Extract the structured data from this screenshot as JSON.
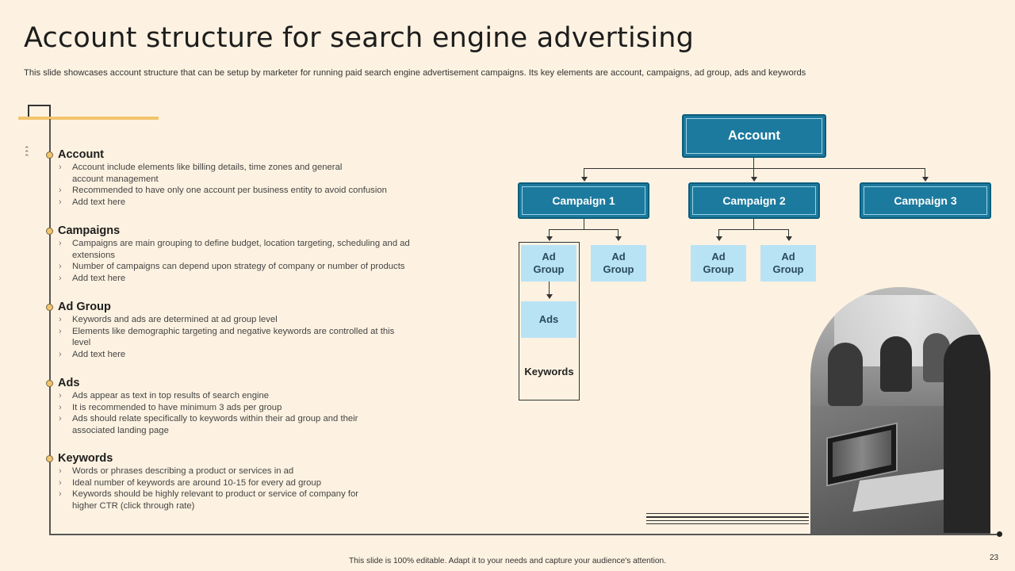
{
  "title": "Account structure for search engine advertising",
  "subtitle": "This slide showcases account structure that can be setup by marketer for running paid search engine advertisement campaigns. Its key elements are account, campaigns, ad group, ads and keywords",
  "sections": [
    {
      "heading": "Account",
      "items": [
        "Account include elements like billing details, time zones and general account management",
        "Recommended to have only one account per business entity to avoid confusion",
        "Add text here"
      ]
    },
    {
      "heading": "Campaigns",
      "items": [
        "Campaigns are main grouping to define budget, location targeting, scheduling and ad extensions",
        "Number of campaigns can depend upon strategy of company or number of products",
        "Add text here"
      ]
    },
    {
      "heading": "Ad Group",
      "items": [
        "Keywords and ads are determined at ad group level",
        "Elements like demographic targeting and negative keywords are controlled at this level",
        "Add text here"
      ]
    },
    {
      "heading": "Ads",
      "items": [
        "Ads appear as text in top results of search engine",
        "It is recommended to have minimum 3 ads per group",
        "Ads should relate specifically to keywords within their ad group and their associated landing page"
      ]
    },
    {
      "heading": "Keywords",
      "items": [
        "Words or phrases describing a product or services in ad",
        "Ideal number of keywords are around 10-15 for every  ad group",
        "Keywords should be highly relevant to product or service of company for higher CTR (click through rate)"
      ]
    }
  ],
  "chart": {
    "account": "Account",
    "campaigns": [
      "Campaign 1",
      "Campaign 2",
      "Campaign 3"
    ],
    "ad_group": "Ad Group",
    "ads": "Ads",
    "keywords": "Keywords"
  },
  "footer": "This slide is 100% editable. Adapt it to your needs and capture your audience's attention.",
  "page_number": "23",
  "colors": {
    "background": "#fdf2e1",
    "accent_yellow": "#f2c46d",
    "box_dark": "#1c7a9e",
    "box_light": "#b8e3f5"
  }
}
